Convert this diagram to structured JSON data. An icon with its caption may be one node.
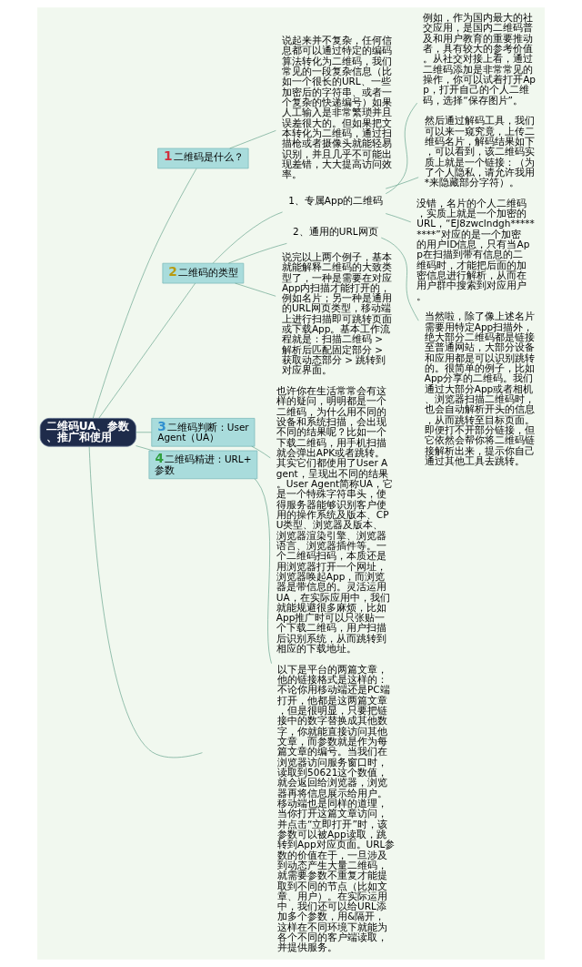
{
  "diagram": {
    "nodes": [
      {
        "text": [
          "二维码UA、参数、推广和使用"
        ]
      },
      {
        "text": [
          "1",
          "二维码是什么？"
        ]
      },
      {
        "text": [
          "说起来并不复杂，任何信息都可以通过特定的编码算法转化为二维码，我们常见的一段复杂信息（比如一个很长的URL、一些加密后的字符串、或者一个复杂的快递编号）如果人工输入是非常繁琐并且误差很大的。但如果把文本转化为二维码，通过扫描枪或者摄像头就能轻易识别，并且几乎不可能出现差错，大大提高访问效率。"
        ]
      },
      {
        "text": [
          "2",
          "二维码的类型"
        ]
      },
      {
        "text": [
          "1、专属App的二维码"
        ]
      },
      {
        "text": [
          "例如，作为国内最大的社交应用，是国内二维码普及和用户教育的重要推动者，具有较大的参考价值。从社交对接上看，通过二维码添加是非常常见的操作，你可以试着打开App，打开自己的个人二维码，选择“保存图片”。"
        ]
      },
      {
        "text": [
          "然后通过解码工具，我们可以来一窥究竟，上传二维码名片，解码结果如下，可以看到，该二维码实质上就是一个链接：（为了个人隐私，请允许我用*来隐藏部分字符）。"
        ]
      },
      {
        "text": [
          "没错，名片的个人二维码，实质上就是一个加密的URL，“EJ8zwclndgh*********”对应的是一个加密的用户ID信息，只有当App在扫描到带有信息的二维码时，才能把后面的加密信息进行解析，从而在用户群中搜索到对应用户。"
        ]
      },
      {
        "text": [
          "2、通用的URL网页"
        ]
      },
      {
        "text": [
          "当然啦，除了像上述名片需要用特定App扫描外，绝大部分二维码都是链接至普通网站，大部分设备和应用都是可以识别跳转的。很简单的例子，比如App分享的二维码。我们通过大部分App或者相机、浏览器扫描二维码时，也会自动解析开头的信息，从而跳转至目标页面。即便打不开部分链接，但它依然会帮你将二维码链接解析出来，提示你自己通过其他工具去跳转。"
        ]
      },
      {
        "text": [
          "说完以上两个例子，基本就能解释二维码的大致类型了，一种是需要在对应App内扫描才能打开的，例如名片；另一种是通用的URL网页类型，移动端上进行扫描即可跳转页面或下载App。基本工作流程就是：扫描二维码 > 解析后匹配固定部分 > 获取动态部分 > 跳转到对应界面。"
        ]
      },
      {
        "text": [
          "3",
          "二维码判断：User Agent（UA）"
        ]
      },
      {
        "text": [
          "也许你在生活常常会有这样的疑问，明明都是一个二维码，为什么用不同的设备和系统扫描，会出现不同的结果呢？比如一个下载二维码，用手机扫描就会弹出APK或者跳转。其实它们都使用了User Agent，呈现出不同的结果。User Agent简称UA，它是一个特殊字符串头，使得服务器能够识别客户使用的操作系统及版本、CPU类型、浏览器及版本、浏览器渲染引擎、浏览器语言、浏览器插件等。一个二维码扫码，本质还是用浏览器打开一个网址，浏览器唤起App，而浏览器是带信息的。灵活运用UA，在实际应用中，我们就能规避很多麻烦，比如App推广时可以只张贴一个下载二维码，用户扫描后识别系统，从而跳转到相应的下载地址。"
        ]
      },
      {
        "text": [
          "4",
          "二维码精进：URL+参数"
        ]
      },
      {
        "text": [
          "以下是平台的两篇文章，他的链接格式是这样的：不论你用移动端还是PC端打开，他都是这两篇文章，但是很明显，只要把链接中的数字替换成其他数字，你就能直接访问其他文章，而参数就是作为每篇文章的编号。当我们在浏览器访问服务窗口时，读取到50621这个数值，就会返回给浏览器，浏览器再将信息展示给用户。移动端也是同样的道理，当你打开这篇文章访问，并点击“立即打开”时，该参数可以被App读取，跳转到App对应页面。URL参数的价值在于，一旦涉及到动态产生大量二维码，就需要参数不重复才能提取到不同的节点（比如文章、用户）。在实际运用中，我们还可以给URL添加多个参数，用&隔开，这样在不同环境下就能为各个不同的客户端读取，并提供服务。"
        ]
      }
    ],
    "edges": [
      {
        "from": 0,
        "to": 1,
        "arrow": "none"
      },
      {
        "from": 1,
        "to": 2,
        "arrow": "none"
      },
      {
        "from": 0,
        "to": 3,
        "arrow": "none"
      },
      {
        "from": 3,
        "to": 4,
        "arrow": "none"
      },
      {
        "from": 4,
        "to": 5,
        "arrow": "none"
      },
      {
        "from": 4,
        "to": 6,
        "arrow": "none"
      },
      {
        "from": 4,
        "to": 7,
        "arrow": "none"
      },
      {
        "from": 3,
        "to": 8,
        "arrow": "none"
      },
      {
        "from": 8,
        "to": 9,
        "arrow": "none"
      },
      {
        "from": 3,
        "to": 10,
        "arrow": "none"
      },
      {
        "from": 0,
        "to": 11,
        "arrow": "none"
      },
      {
        "from": 11,
        "to": 12,
        "arrow": "none"
      },
      {
        "from": 0,
        "to": 13,
        "arrow": "none"
      },
      {
        "from": 13,
        "to": 14,
        "arrow": "none"
      },
      {
        "from": 0,
        "to": null,
        "arrow": "none"
      }
    ]
  }
}
